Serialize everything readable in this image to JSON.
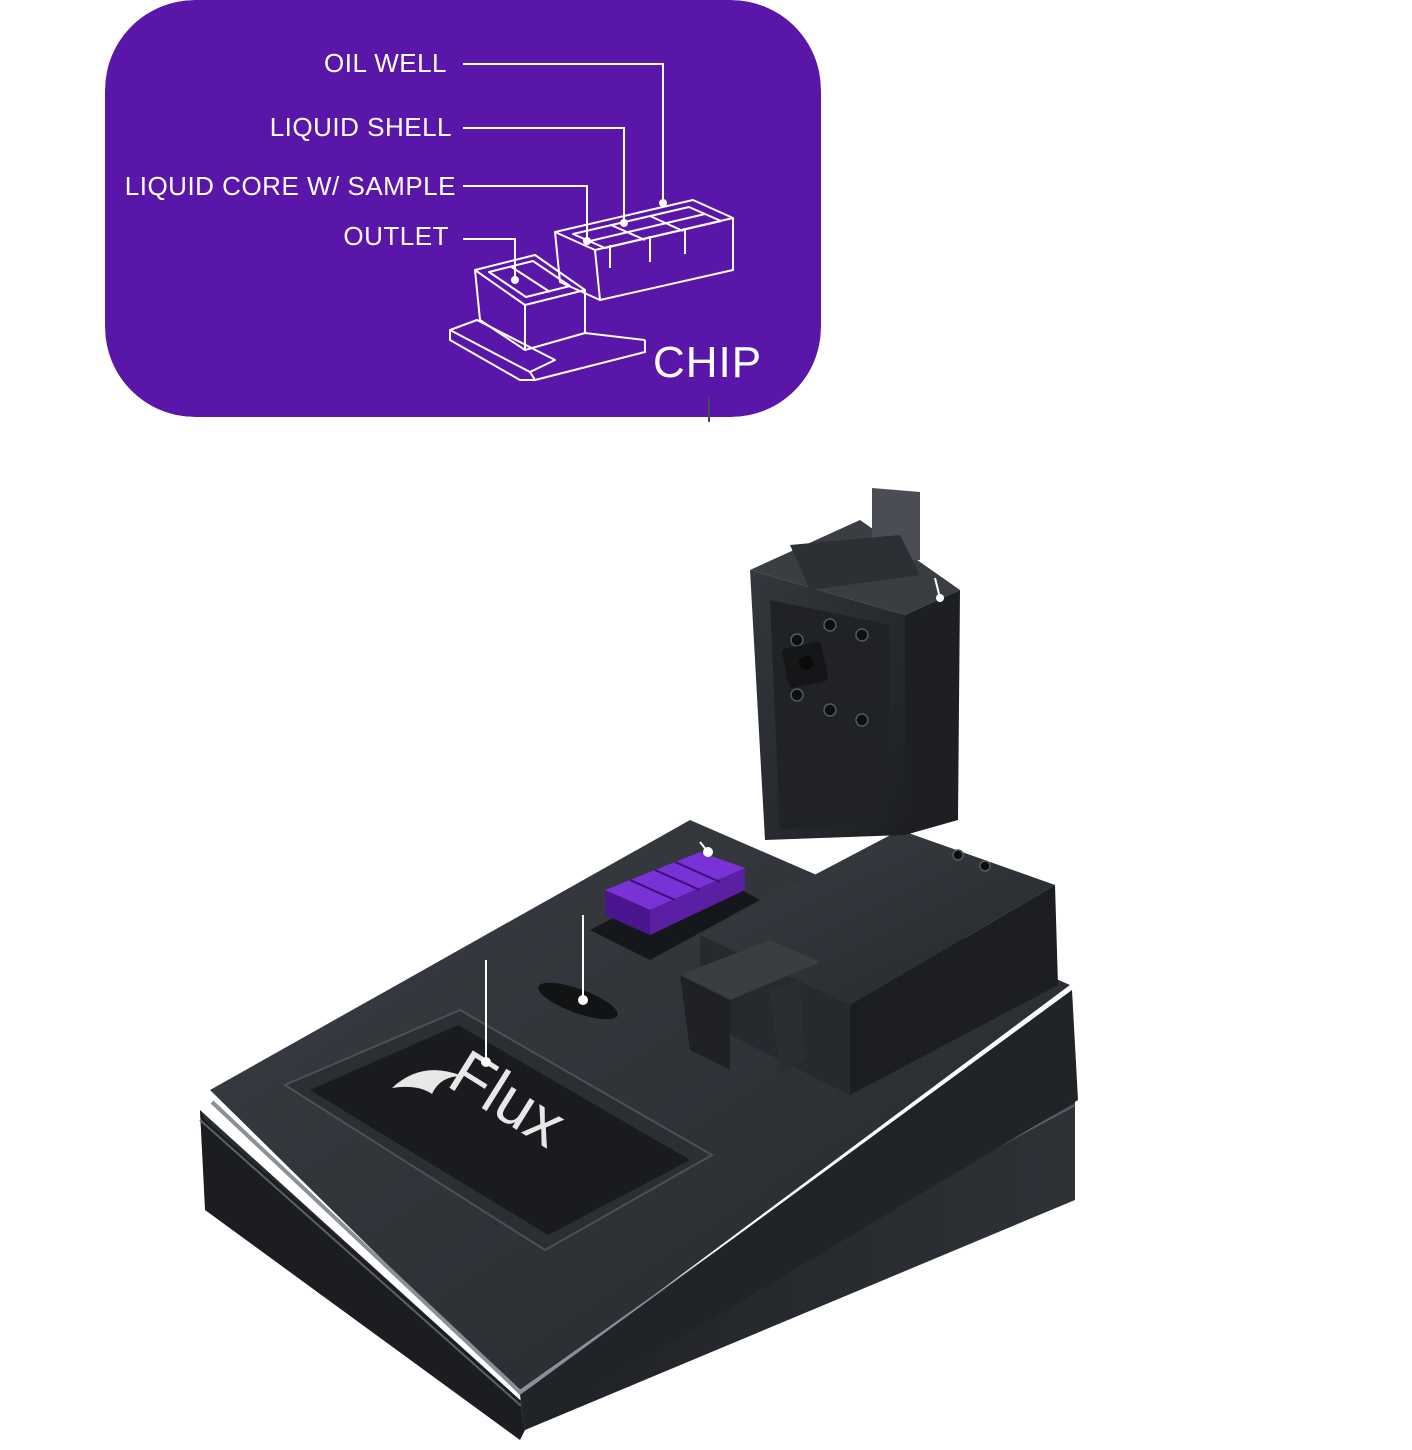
{
  "callout": {
    "title": "CHIP",
    "labels": {
      "oil_well": "OIL WELL",
      "liquid_shell": "LIQUID SHELL",
      "liquid_core": "LIQUID CORE W/ SAMPLE",
      "outlet": "OUTLET"
    },
    "background_color": "#5916a8"
  },
  "device": {
    "logo_text": "Flux",
    "body_color": "#2a2d31",
    "chip_color": "#5a1fa3"
  }
}
